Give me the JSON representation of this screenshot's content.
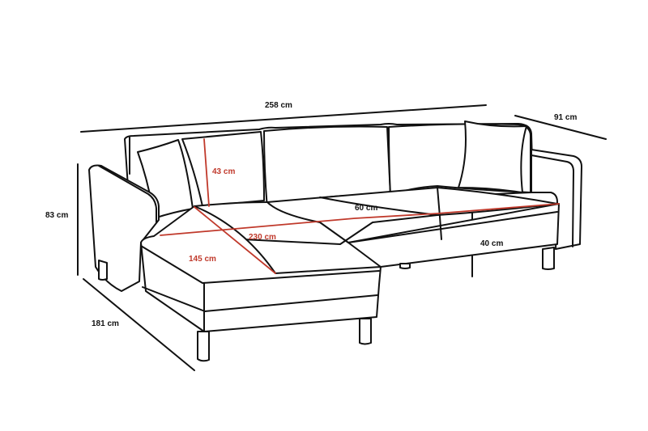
{
  "diagram": {
    "subject": "L-shaped corner sofa with chaise",
    "colors": {
      "outline": "#111111",
      "dimension_line": "#111111",
      "seat_dimension": "#c0392b",
      "background": "#ffffff"
    },
    "dimensions": {
      "total_width": "258 cm",
      "depth": "91 cm",
      "height": "83 cm",
      "chaise_length": "181 cm",
      "back_cushion_height": "43 cm",
      "seat_width": "230 cm",
      "chaise_seat_depth": "145 cm",
      "seat_depth": "60 cm",
      "seat_height": "40 cm"
    }
  }
}
